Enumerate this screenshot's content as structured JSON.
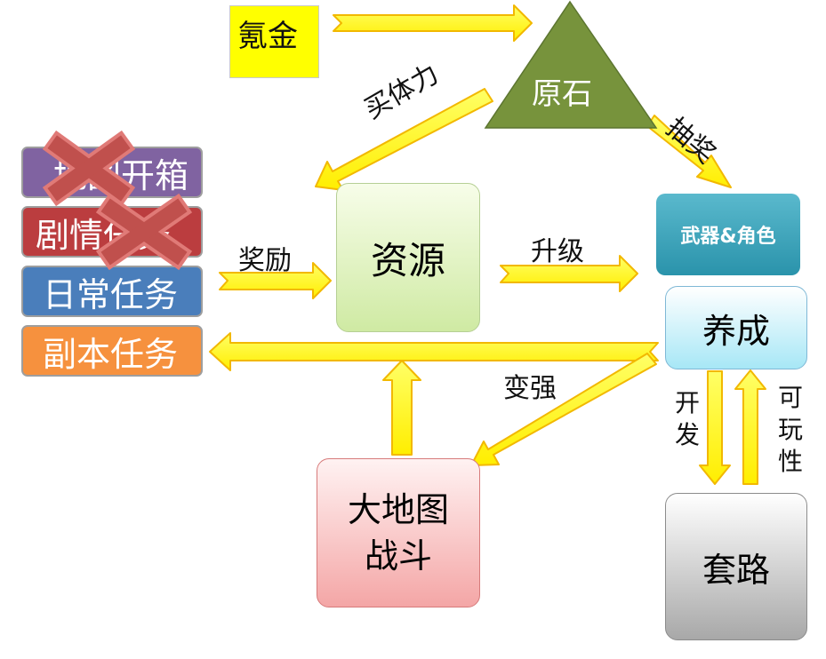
{
  "nodes": {
    "gold": "氪金",
    "primogem": "原石",
    "resources": "资源",
    "weapons_characters": "武器&角色",
    "training": "养成",
    "map_battle_line1": "大地图",
    "map_battle_line2": "战斗",
    "routine": "套路"
  },
  "menu": [
    {
      "label": "地图开箱",
      "crossed": true
    },
    {
      "label": "剧情任务",
      "crossed": true
    },
    {
      "label": "日常任务",
      "crossed": false
    },
    {
      "label": "副本任务",
      "crossed": false
    }
  ],
  "edges": {
    "buy_stamina": "买体力",
    "gacha": "抽奖",
    "reward": "奖励",
    "upgrade": "升级",
    "stronger": "变强",
    "develop": "开发",
    "playability": "可玩性"
  },
  "colors": {
    "arrow_fill": "#ffff33",
    "arrow_stroke": "#f5c400",
    "triangle": "#77933c",
    "cross": "#d9534f"
  }
}
